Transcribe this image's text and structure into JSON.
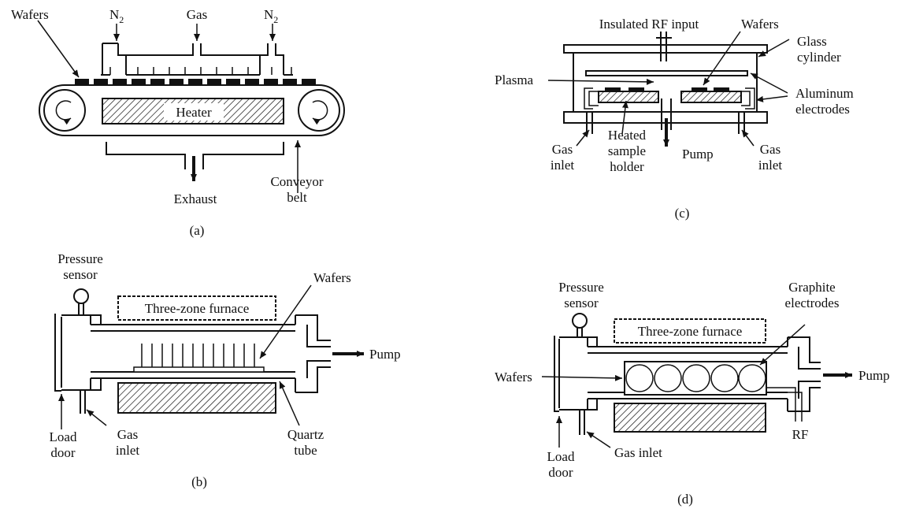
{
  "panel_a": {
    "wafers": "Wafers",
    "n2_left": "N",
    "n2_left_sub": "2",
    "gas": "Gas",
    "n2_right": "N",
    "n2_right_sub": "2",
    "heater": "Heater",
    "exhaust": "Exhaust",
    "conveyor_line1": "Conveyor",
    "conveyor_line2": "belt",
    "caption": "(a)"
  },
  "panel_b": {
    "pressure_line1": "Pressure",
    "pressure_line2": "sensor",
    "furnace": "Three-zone furnace",
    "wafers": "Wafers",
    "pump": "Pump",
    "load_line1": "Load",
    "load_line2": "door",
    "gas_line1": "Gas",
    "gas_line2": "inlet",
    "quartz_line1": "Quartz",
    "quartz_line2": "tube",
    "caption": "(b)"
  },
  "panel_c": {
    "rf_input": "Insulated RF input",
    "wafers": "Wafers",
    "glass_line1": "Glass",
    "glass_line2": "cylinder",
    "plasma": "Plasma",
    "aluminum_line1": "Aluminum",
    "aluminum_line2": "electrodes",
    "gas_left_line1": "Gas",
    "gas_left_line2": "inlet",
    "heated_line1": "Heated",
    "heated_line2": "sample",
    "heated_line3": "holder",
    "pump": "Pump",
    "gas_right_line1": "Gas",
    "gas_right_line2": "inlet",
    "caption": "(c)"
  },
  "panel_d": {
    "pressure_line1": "Pressure",
    "pressure_line2": "sensor",
    "graphite_line1": "Graphite",
    "graphite_line2": "electrodes",
    "furnace": "Three-zone furnace",
    "wafers": "Wafers",
    "pump": "Pump",
    "rf": "RF",
    "load_line1": "Load",
    "load_line2": "door",
    "gas_inlet": "Gas inlet",
    "caption": "(d)"
  }
}
